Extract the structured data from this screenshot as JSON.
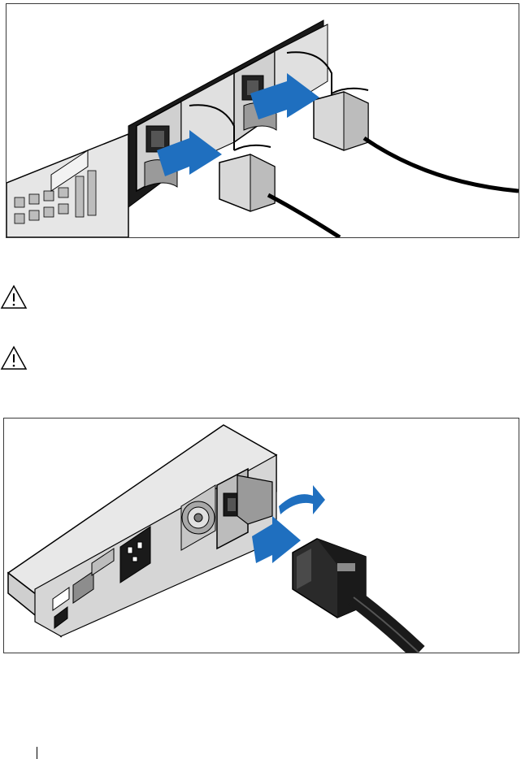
{
  "figures": [
    {
      "name": "connect-power-cables-server",
      "icon": "server-power-supply-illustration"
    },
    {
      "name": "connect-power-cable-ups",
      "icon": "ups-power-connector-illustration"
    }
  ],
  "warnings": [
    {
      "icon": "caution-triangle-icon"
    },
    {
      "icon": "caution-triangle-icon"
    }
  ],
  "colors": {
    "arrow_blue": "#1f6fbf",
    "line": "#000000",
    "panel_gray": "#d9d9d9"
  }
}
